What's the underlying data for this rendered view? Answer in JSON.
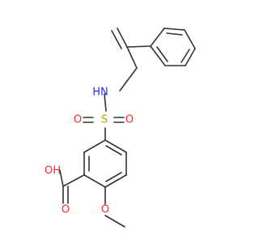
{
  "molecule": {
    "colors": {
      "bond": "#333333",
      "carbon": "#333333",
      "nitrogen": "#2a2aff",
      "oxygen": "#ff2a2a",
      "sulfur": "#b8a400"
    },
    "atoms": [
      {
        "id": "n",
        "label": "HN",
        "color": "nitrogen"
      },
      {
        "id": "s",
        "label": "S",
        "color": "sulfur"
      },
      {
        "id": "o1",
        "label": "O",
        "color": "oxygen"
      },
      {
        "id": "o2",
        "label": "O",
        "color": "oxygen"
      },
      {
        "id": "cooh_oh",
        "label": "OH",
        "color": "oxygen"
      },
      {
        "id": "cooh_o",
        "label": "O",
        "color": "oxygen"
      },
      {
        "id": "ome_o",
        "label": "O",
        "color": "oxygen"
      }
    ]
  }
}
